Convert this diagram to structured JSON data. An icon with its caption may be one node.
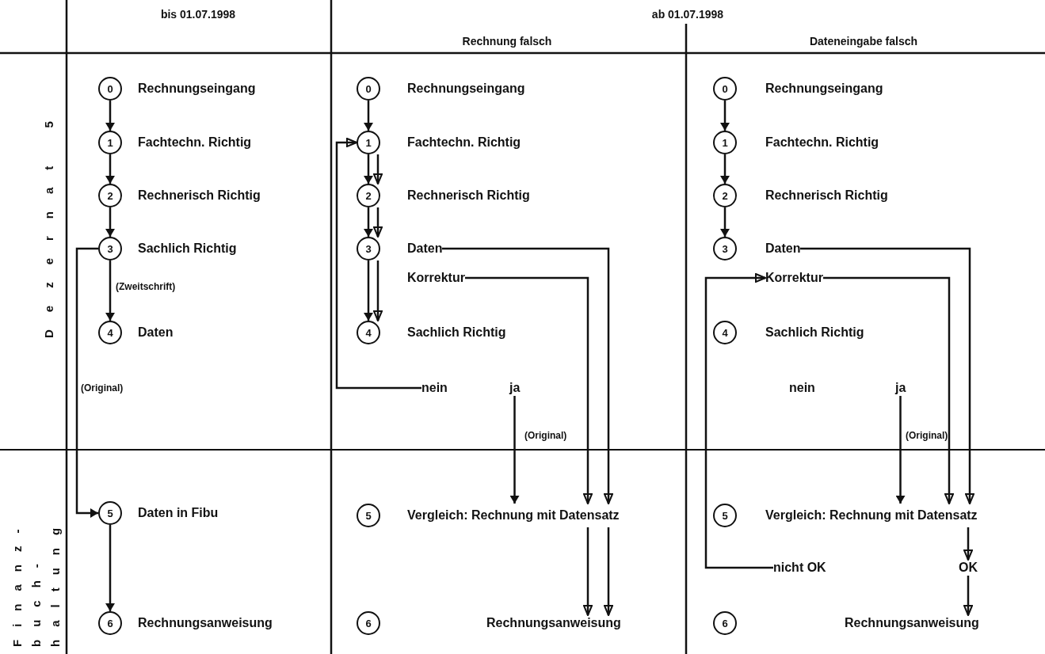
{
  "diagram": {
    "nodes": [
      {
        "text": [
          "0",
          "Rechnungseingang"
        ]
      },
      {
        "text": [
          "1",
          "Fachtechn. Richtig"
        ]
      },
      {
        "text": [
          "2",
          "Rechnerisch Richtig"
        ]
      },
      {
        "text": [
          "3",
          "Sachlich Richtig"
        ]
      },
      {
        "text": [
          "4",
          "Daten"
        ]
      },
      {
        "text": [
          "5",
          "Daten in Fibu"
        ]
      },
      {
        "text": [
          "6",
          "Rechnungsanweisung"
        ]
      },
      {
        "text": [
          "0",
          "Rechnungseingang"
        ]
      },
      {
        "text": [
          "1",
          "Fachtechn. Richtig"
        ]
      },
      {
        "text": [
          "2",
          "Rechnerisch Richtig"
        ]
      },
      {
        "text": [
          "3",
          "Daten"
        ]
      },
      {
        "text": [
          "Korrektur"
        ]
      },
      {
        "text": [
          "4",
          "Sachlich Richtig"
        ]
      },
      {
        "text": [
          "nein"
        ]
      },
      {
        "text": [
          "ja"
        ]
      },
      {
        "text": [
          "5",
          "Vergleich: Rechnung mit Datensatz"
        ]
      },
      {
        "text": [
          "6"
        ]
      },
      {
        "text": [
          "Rechnungsanweisung"
        ]
      },
      {
        "text": [
          "0",
          "Rechnungseingang"
        ]
      },
      {
        "text": [
          "1",
          "Fachtechn. Richtig"
        ]
      },
      {
        "text": [
          "2",
          "Rechnerisch Richtig"
        ]
      },
      {
        "text": [
          "3",
          "Daten"
        ]
      },
      {
        "text": [
          "Korrektur"
        ]
      },
      {
        "text": [
          "4",
          "Sachlich Richtig"
        ]
      },
      {
        "text": [
          "nein"
        ]
      },
      {
        "text": [
          "ja"
        ]
      },
      {
        "text": [
          "5",
          "Vergleich: Rechnung mit Datensatz"
        ]
      },
      {
        "text": [
          "nicht OK"
        ]
      },
      {
        "text": [
          "OK"
        ]
      },
      {
        "text": [
          "6"
        ]
      },
      {
        "text": [
          "Rechnungsanweisung"
        ]
      }
    ],
    "edges": [
      {
        "from": 0,
        "to": 1,
        "arrow": "to"
      },
      {
        "from": 1,
        "to": 2,
        "arrow": "to"
      },
      {
        "from": 2,
        "to": 3,
        "arrow": "to"
      },
      {
        "from": 3,
        "to": 4,
        "arrow": "to",
        "label": "(Zweitschrift)"
      },
      {
        "from": 3,
        "to": 5,
        "arrow": "to",
        "label": "(Original)"
      },
      {
        "from": 5,
        "to": 6,
        "arrow": "to"
      },
      {
        "from": 7,
        "to": 8,
        "arrow": "to"
      },
      {
        "from": 8,
        "to": 9,
        "arrow": "to"
      },
      {
        "from": 9,
        "to": 10,
        "arrow": "to"
      },
      {
        "from": 10,
        "to": 12,
        "arrow": "to"
      },
      {
        "from": 8,
        "to": 9,
        "arrow": "to"
      },
      {
        "from": 9,
        "to": 10,
        "arrow": "to"
      },
      {
        "from": 10,
        "to": 12,
        "arrow": "to"
      },
      {
        "from": 13,
        "to": 8,
        "arrow": "to"
      },
      {
        "from": 14,
        "to": 15,
        "arrow": "to",
        "label": "(Original)"
      },
      {
        "from": 10,
        "to": 15,
        "arrow": "to"
      },
      {
        "from": 11,
        "to": 15,
        "arrow": "to"
      },
      {
        "from": 15,
        "to": 17,
        "arrow": "to"
      },
      {
        "from": 15,
        "to": 17,
        "arrow": "to"
      },
      {
        "from": 18,
        "to": 19,
        "arrow": "to"
      },
      {
        "from": 19,
        "to": 20,
        "arrow": "to"
      },
      {
        "from": 20,
        "to": 21,
        "arrow": "to"
      },
      {
        "from": 21,
        "to": 26,
        "arrow": "to"
      },
      {
        "from": 22,
        "to": 26,
        "arrow": "to"
      },
      {
        "from": 25,
        "to": 26,
        "arrow": "to",
        "label": "(Original)"
      },
      {
        "from": 27,
        "to": 22,
        "arrow": "to"
      },
      {
        "from": 26,
        "to": 28,
        "arrow": "to"
      },
      {
        "from": 28,
        "to": 30,
        "arrow": "to"
      }
    ],
    "labels": [
      "bis 01.07.1998",
      "ab 01.07.1998",
      "Rechnung falsch",
      "Dateneingabe falsch",
      "Dezernat 5",
      "Finanz- buch- haltung"
    ]
  }
}
